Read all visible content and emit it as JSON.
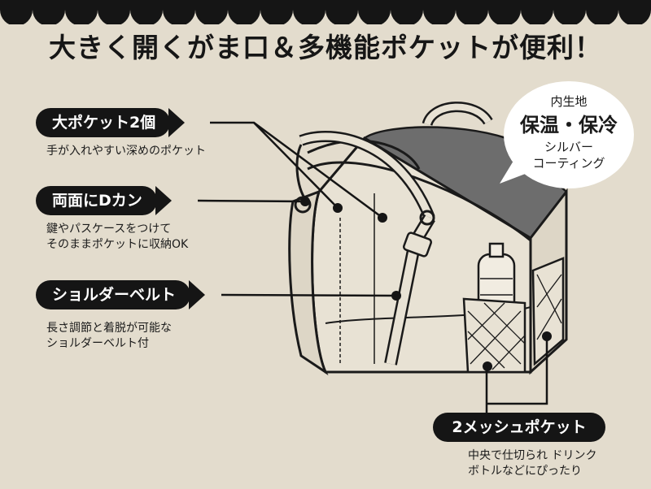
{
  "headline": "大きく開くがま口＆多機能ポケットが便利！",
  "features": [
    {
      "label": "大ポケット2個",
      "desc": [
        "手が入れやすい深めのポケット"
      ]
    },
    {
      "label": "両面にDカン",
      "desc": [
        "鍵やパスケースをつけて",
        "そのままポケットに収納OK"
      ]
    },
    {
      "label": "ショルダーベルト",
      "desc": [
        "長さ調節と着脱が可能な",
        "ショルダーベルト付"
      ]
    },
    {
      "label": "2メッシュポケット",
      "desc": [
        "中央で仕切られ ドリンク",
        "ボトルなどにぴったり"
      ]
    }
  ],
  "bubble": {
    "line1": "内生地",
    "line2": "保温・保冷",
    "line3": "シルバー",
    "line4": "コーティング"
  },
  "colors": {
    "background": "#e3dccd",
    "ink": "#151515",
    "bag_lining": "#6a6a6a"
  }
}
